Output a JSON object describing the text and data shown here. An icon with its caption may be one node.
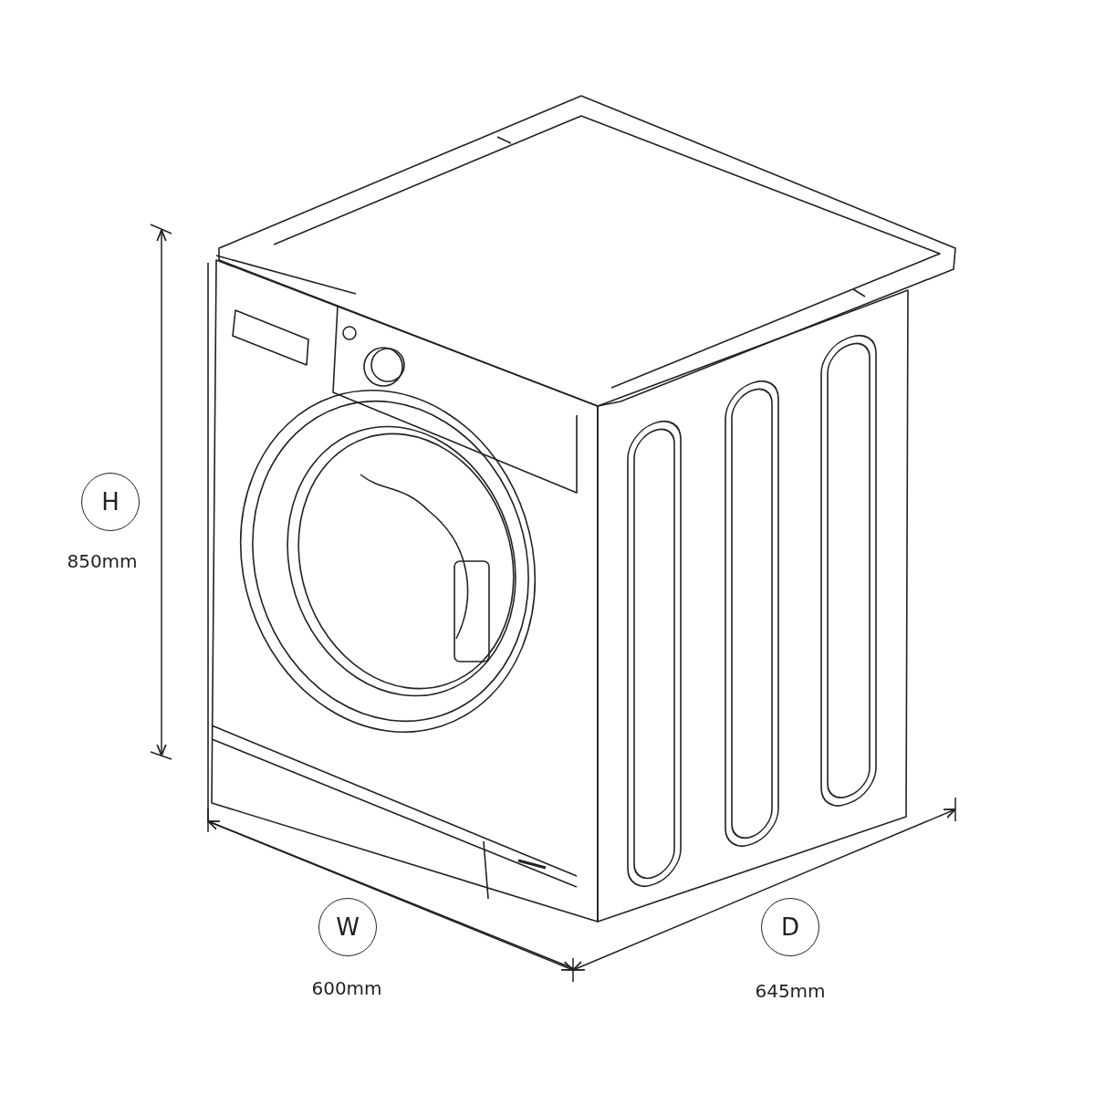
{
  "diagram": {
    "nodes": [
      {
        "text": [
          "H"
        ],
        "beside": [
          "850mm"
        ]
      },
      {
        "text": [
          "W"
        ],
        "beside": [
          "600mm"
        ]
      },
      {
        "text": [
          "D"
        ],
        "beside": [
          "645mm"
        ]
      }
    ]
  }
}
